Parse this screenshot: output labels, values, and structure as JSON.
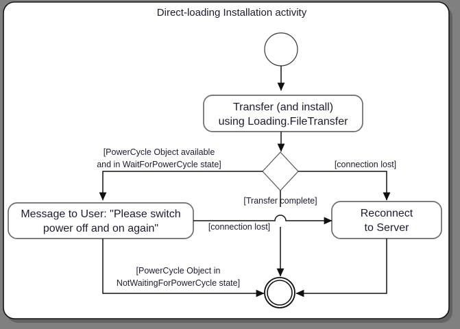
{
  "frame": {
    "title": "Direct-loading Installation activity",
    "background_color": "#808080",
    "surface_color": "#ffffff",
    "border_color": "#111111",
    "text_color": "#1b1b30"
  },
  "nodes": {
    "initial": {
      "name": "initial-node",
      "label": ""
    },
    "transfer": {
      "line1": "Transfer (and install)",
      "line2": "using Loading.FileTransfer"
    },
    "decision": {
      "label": ""
    },
    "message": {
      "line1": "Message to User: \"Please switch",
      "line2": "power off and on again\""
    },
    "reconnect": {
      "line1": "Reconnect",
      "line2": "to Server"
    },
    "final": {
      "name": "final-node",
      "label": ""
    }
  },
  "guards": {
    "power_cycle_available": {
      "line1": "[PowerCycle Object available",
      "line2": "and in WaitForPowerCycle state]"
    },
    "connection_lost_right": "[connection lost]",
    "transfer_complete": "[Transfer complete]",
    "connection_lost_middle": "[connection lost]",
    "not_waiting": {
      "line1": "[PowerCycle Object in",
      "line2": "NotWaitingForPowerCycle state]"
    }
  }
}
